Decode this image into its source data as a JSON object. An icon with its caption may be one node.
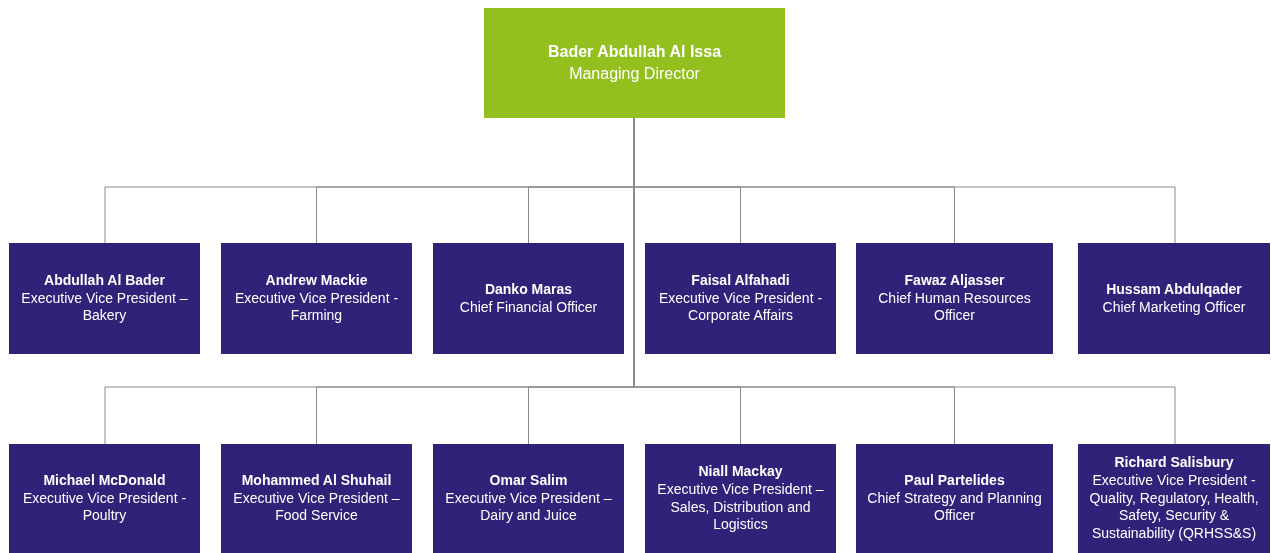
{
  "diagram": {
    "nodes": [
      {
        "text": [
          "Bader Abdullah Al Issa",
          "Managing Director"
        ]
      },
      {
        "text": [
          "Abdullah Al Bader",
          "Executive Vice President – Bakery"
        ]
      },
      {
        "text": [
          "Andrew Mackie",
          "Executive Vice President - Farming"
        ]
      },
      {
        "text": [
          "Danko Maras",
          "Chief Financial Officer"
        ]
      },
      {
        "text": [
          "Faisal Alfahadi",
          "Executive Vice President - Corporate Affairs"
        ]
      },
      {
        "text": [
          "Fawaz Aljasser",
          "Chief Human Resources Officer"
        ]
      },
      {
        "text": [
          "Hussam Abdulqader",
          "Chief Marketing Officer"
        ]
      },
      {
        "text": [
          "Michael McDonald",
          "Executive Vice President - Poultry"
        ]
      },
      {
        "text": [
          "Mohammed Al Shuhail",
          "Executive Vice President – Food Service"
        ]
      },
      {
        "text": [
          "Omar Salim",
          "Executive Vice President – Dairy and Juice"
        ]
      },
      {
        "text": [
          "Niall Mackay",
          "Executive Vice President – Sales, Distribution and Logistics"
        ]
      },
      {
        "text": [
          "Paul Partelides",
          "Chief Strategy and Planning Officer"
        ]
      },
      {
        "text": [
          "Richard Salisbury",
          "Executive Vice President - Quality, Regulatory, Health, Safety, Security & Sustainability (QRHSS&S)"
        ]
      }
    ],
    "edges": [
      {
        "from": 0,
        "to": 1,
        "arrow": "none"
      },
      {
        "from": 0,
        "to": 2,
        "arrow": "none"
      },
      {
        "from": 0,
        "to": 3,
        "arrow": "none"
      },
      {
        "from": 0,
        "to": 4,
        "arrow": "none"
      },
      {
        "from": 0,
        "to": 5,
        "arrow": "none"
      },
      {
        "from": 0,
        "to": 6,
        "arrow": "none"
      },
      {
        "from": 0,
        "to": 7,
        "arrow": "none"
      },
      {
        "from": 0,
        "to": 8,
        "arrow": "none"
      },
      {
        "from": 0,
        "to": 9,
        "arrow": "none"
      },
      {
        "from": 0,
        "to": 10,
        "arrow": "none"
      },
      {
        "from": 0,
        "to": 11,
        "arrow": "none"
      },
      {
        "from": 0,
        "to": 12,
        "arrow": "none"
      }
    ]
  }
}
